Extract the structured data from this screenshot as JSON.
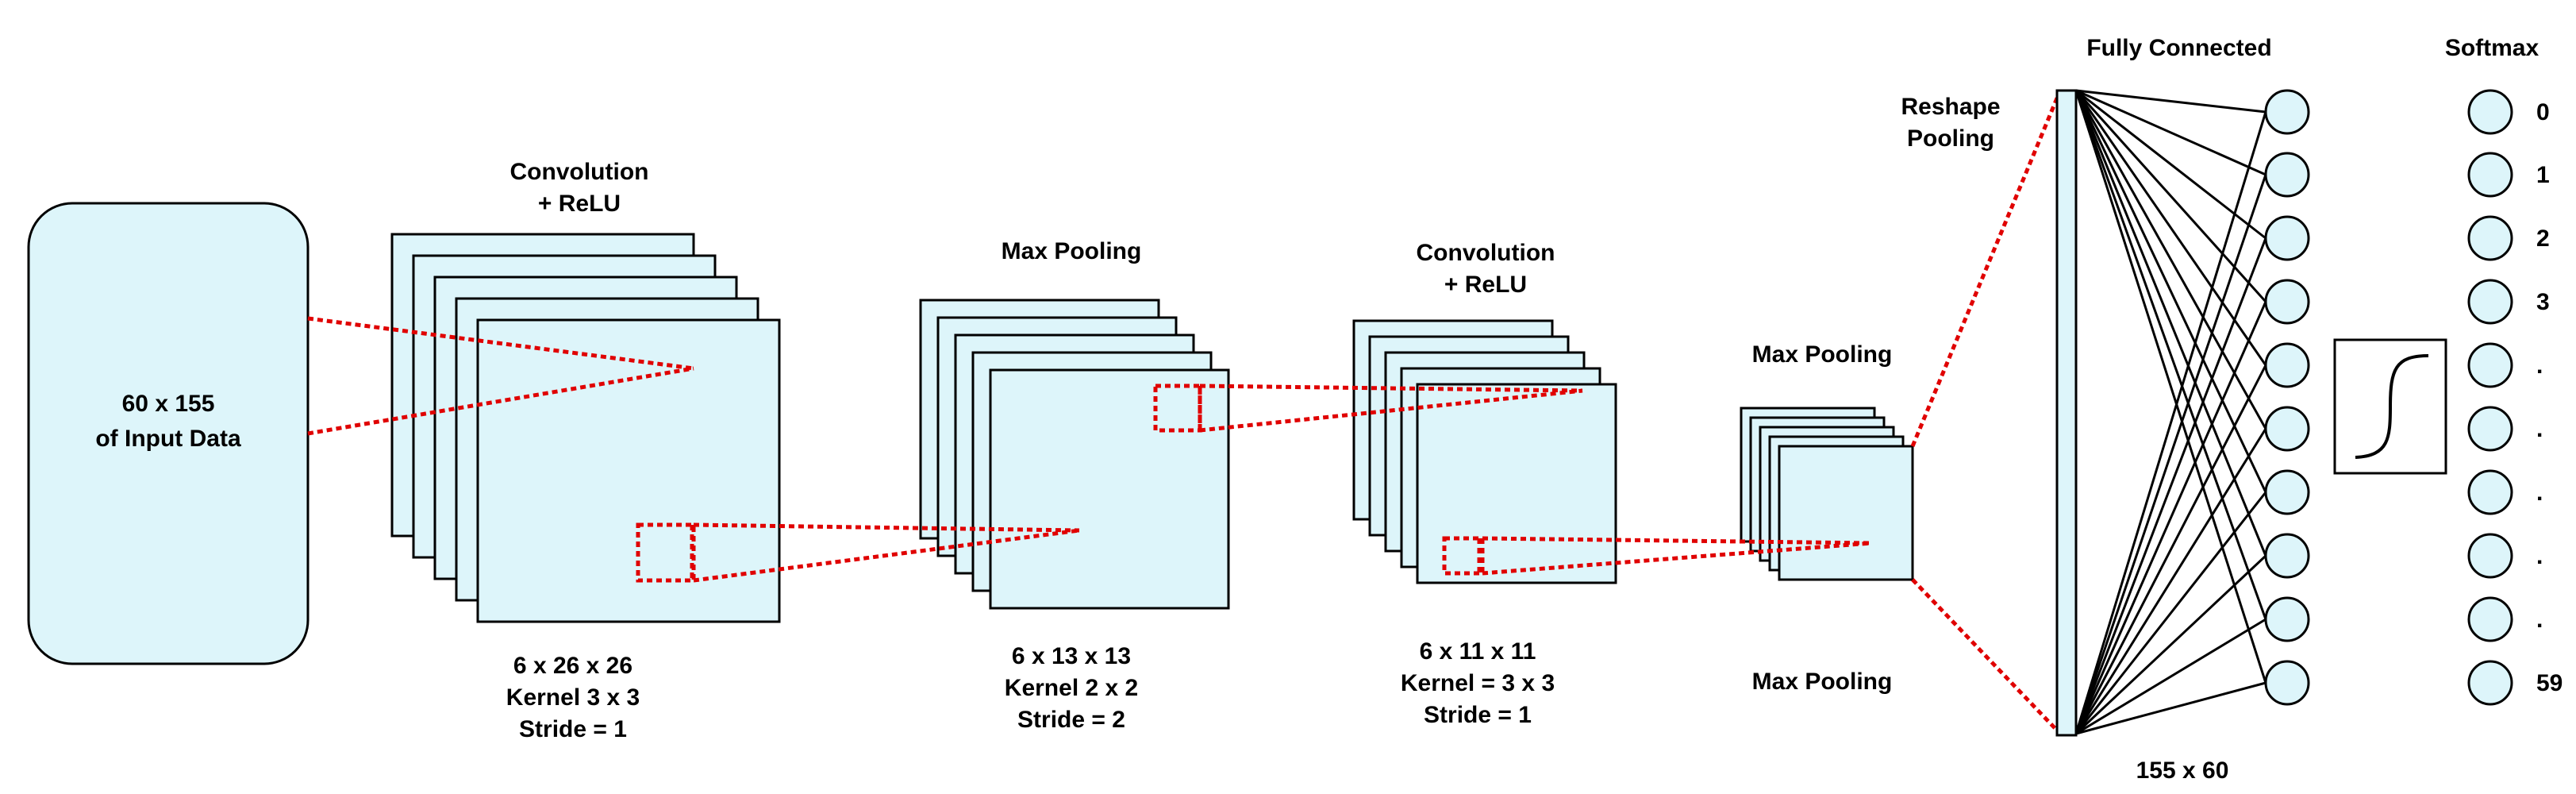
{
  "colors": {
    "fill": "#DDF5FA",
    "stroke": "#000000",
    "connector": "#E00000"
  },
  "input": {
    "line1": "60 x 155",
    "line2": "of Input Data"
  },
  "conv1": {
    "title_line1": "Convolution",
    "title_line2": "+ ReLU",
    "dims": "6 x 26 x 26",
    "kernel": "Kernel 3 x 3",
    "stride": "Stride = 1"
  },
  "pool1": {
    "title": "Max Pooling",
    "dims": "6 x 13 x 13",
    "kernel": "Kernel 2 x 2",
    "stride": "Stride = 2"
  },
  "conv2": {
    "title_line1": "Convolution",
    "title_line2": "+ ReLU",
    "dims": "6 x 11 x 11",
    "kernel": "Kernel = 3 x 3",
    "stride": "Stride = 1"
  },
  "pool2": {
    "title": "Max Pooling",
    "bottom_label": "Max Pooling"
  },
  "reshape": {
    "line1": "Reshape",
    "line2": "Pooling"
  },
  "fc": {
    "title": "Fully Connected",
    "size": "155 x 60"
  },
  "softmax": {
    "title": "Softmax",
    "labels": [
      "0",
      "1",
      "2",
      "3",
      ".",
      ".",
      ".",
      ".",
      ".",
      "59"
    ]
  }
}
